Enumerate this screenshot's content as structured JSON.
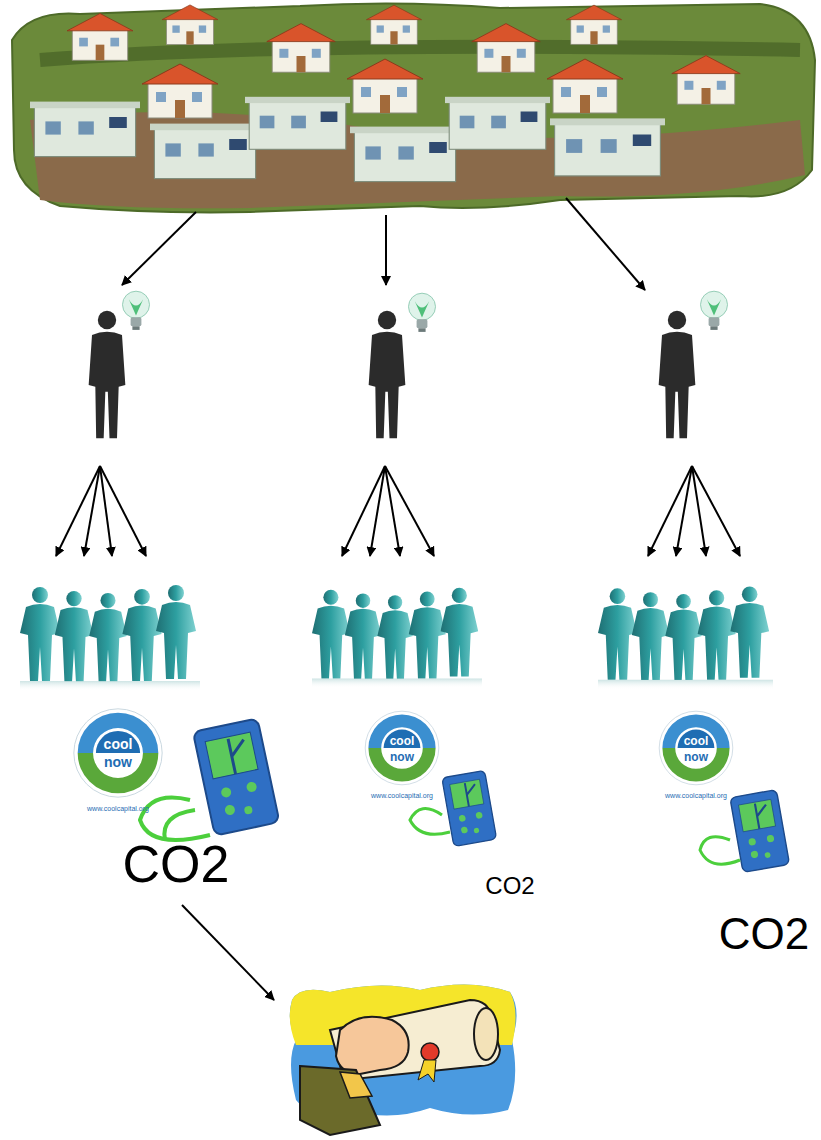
{
  "diagram": {
    "labels": [
      "cool",
      "now",
      "www.coolcapital.org",
      "CO2",
      "cool",
      "now",
      "www.coolcapital.org",
      "CO2",
      "cool",
      "now",
      "www.coolcapital.org",
      "CO2"
    ]
  }
}
